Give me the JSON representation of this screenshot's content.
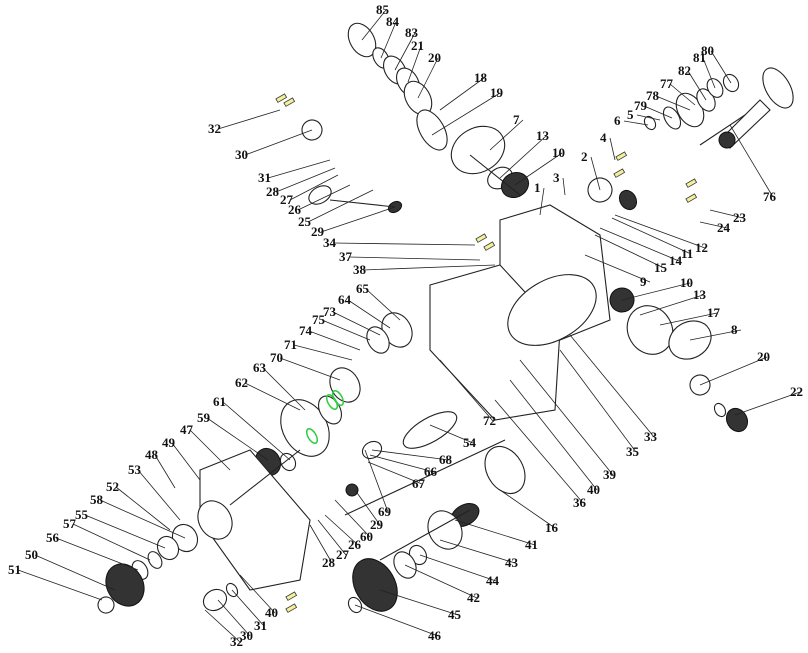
{
  "diagram": {
    "type": "exploded-parts-diagram",
    "labels": [
      "85",
      "84",
      "83",
      "21",
      "20",
      "18",
      "19",
      "7",
      "13",
      "10",
      "3",
      "1",
      "2",
      "4",
      "6",
      "5",
      "79",
      "78",
      "77",
      "82",
      "81",
      "80",
      "76",
      "23",
      "24",
      "12",
      "11",
      "14",
      "15",
      "9",
      "10",
      "13",
      "17",
      "8",
      "20",
      "22",
      "33",
      "35",
      "39",
      "40",
      "36",
      "16",
      "41",
      "43",
      "44",
      "42",
      "45",
      "46",
      "72",
      "54",
      "68",
      "66",
      "67",
      "69",
      "29",
      "60",
      "26",
      "27",
      "28",
      "32",
      "30",
      "31",
      "28",
      "27",
      "26",
      "25",
      "29",
      "34",
      "37",
      "38",
      "65",
      "64",
      "73",
      "75",
      "74",
      "71",
      "70",
      "63",
      "62",
      "61",
      "59",
      "47",
      "49",
      "48",
      "53",
      "52",
      "58",
      "55",
      "57",
      "56",
      "50",
      "51",
      "40",
      "31",
      "30",
      "32"
    ],
    "colors": {
      "lines": "#222222",
      "bolt_highlight": "#f3ef9a",
      "seal_highlight": "#2ecc40"
    }
  }
}
